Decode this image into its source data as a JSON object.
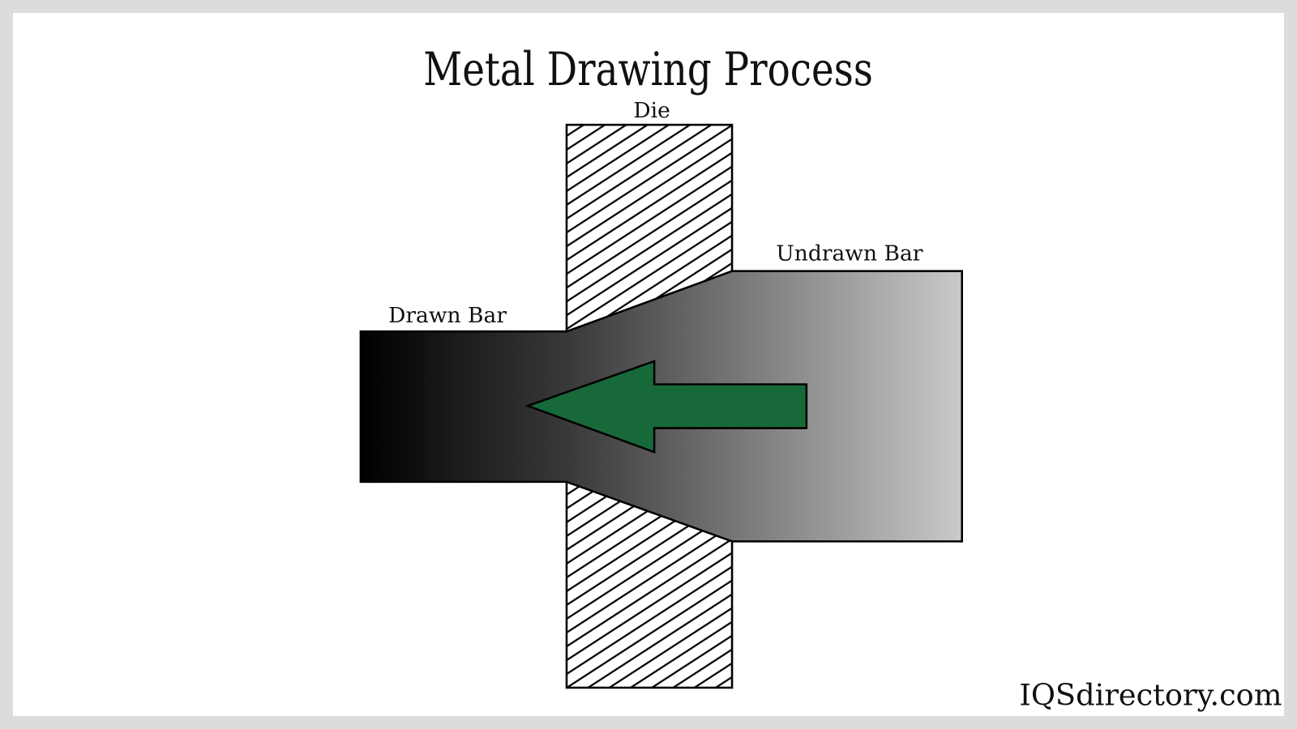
{
  "title": "Metal Drawing Process",
  "labels": {
    "die": "Die",
    "drawn_bar": "Drawn Bar",
    "undrawn_bar": "Undrawn Bar"
  },
  "watermark": "IQSdirectory.com",
  "colors": {
    "arrow": "#17693a",
    "bar_dark": "#000000",
    "bar_light": "#c9c9cb",
    "frame": "#dcdcdc"
  }
}
